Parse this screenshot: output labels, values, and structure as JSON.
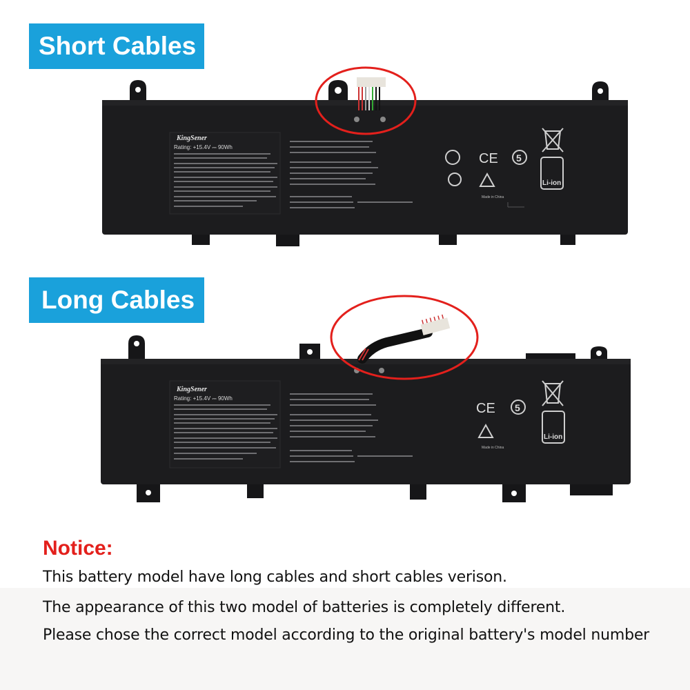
{
  "tags": {
    "short_cables": "Short Cables",
    "long_cables": "Long Cables"
  },
  "battery_label": {
    "brand": "KingSener",
    "rating": "Rating: +15.4V ⎓ 90Wh",
    "made_in": "Made in China",
    "li_ion": "Li-ion",
    "ce": "CE",
    "five": "5"
  },
  "notice": {
    "title": "Notice:",
    "line1": "This battery model have long cables and short cables verison.",
    "line2": "The appearance of this two model of batteries is completely different.",
    "line3": "Please chose the correct model according to the original battery's model number"
  },
  "colors": {
    "tag_bg": "#1aa1db",
    "notice_red": "#e3201c",
    "battery_body": "#1c1c1e",
    "highlight_circle": "#e3201c"
  }
}
